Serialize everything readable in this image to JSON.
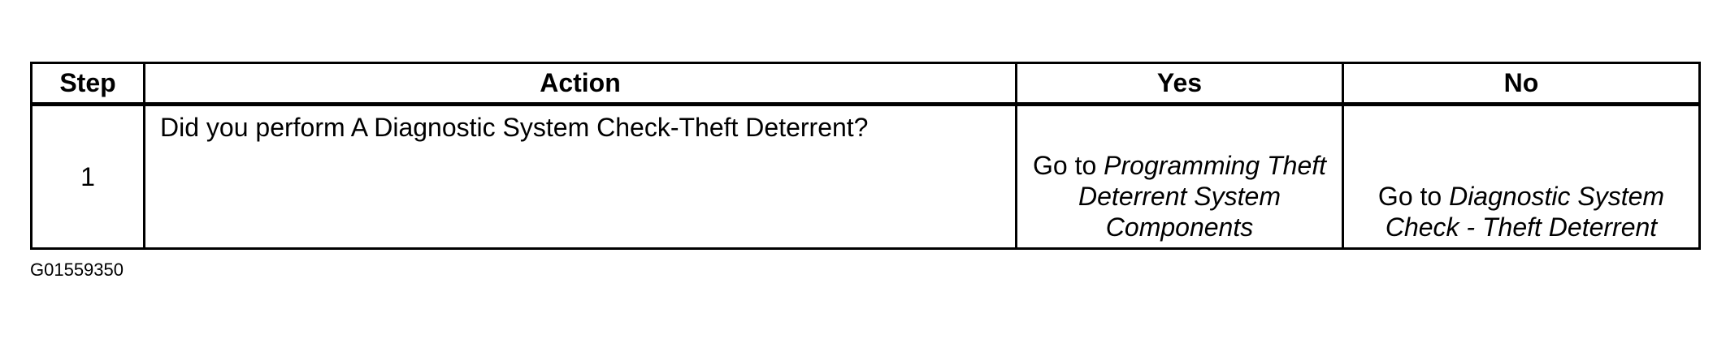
{
  "table": {
    "headers": {
      "step": "Step",
      "action": "Action",
      "yes": "Yes",
      "no": "No"
    },
    "rows": [
      {
        "step": "1",
        "action": "Did you perform A Diagnostic System Check-Theft Deterrent?",
        "yes_prefix": "Go to",
        "yes_link": "Programming Theft Deterrent System Components",
        "no_prefix": "Go to",
        "no_link": "Diagnostic System Check - Theft Deterrent"
      }
    ]
  },
  "figure_id": "G01559350"
}
